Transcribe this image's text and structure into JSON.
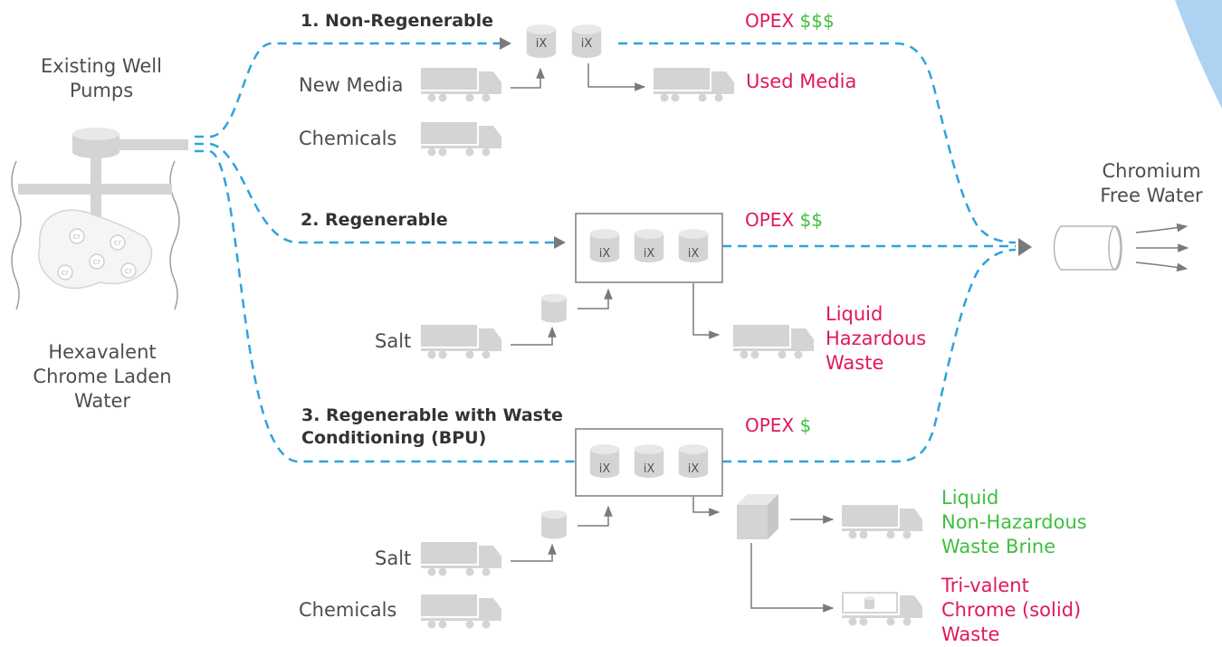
{
  "source": {
    "line1": "Existing Well",
    "line2": "Pumps"
  },
  "feed": {
    "line1": "Hexavalent",
    "line2": "Chrome Laden",
    "line3": "Water",
    "particle_label": "cr"
  },
  "output": {
    "line1": "Chromium",
    "line2": "Free Water"
  },
  "vessel_label": "iX",
  "option1": {
    "title": "1.  Non-Regenerable",
    "opex_prefix": "OPEX ",
    "opex_cost": "$$$",
    "inputs": [
      "New Media",
      "Chemicals"
    ],
    "waste": "Used Media"
  },
  "option2": {
    "title": "2. Regenerable",
    "opex_prefix": "OPEX ",
    "opex_cost": "$$",
    "input": "Salt",
    "waste": [
      "Liquid",
      "Hazardous",
      "Waste"
    ]
  },
  "option3": {
    "title_line1": "3. Regenerable with Waste",
    "title_line2": "Conditioning (BPU)",
    "opex_prefix": "OPEX ",
    "opex_cost": "$",
    "inputs": [
      "Salt",
      "Chemicals"
    ],
    "waste_brine": [
      "Liquid",
      "Non-Hazardous",
      "Waste Brine"
    ],
    "waste_solid": [
      "Tri-valent",
      "Chrome (solid)",
      "Waste"
    ]
  },
  "colors": {
    "flow_line": "#2ea3dc",
    "cost_label": "#e0195a",
    "cost_symbol": "#3fbf3f",
    "icon_gray": "#d4d4d4",
    "arrow_gray": "#7a7a7a",
    "accent_shape": "#aed2f2"
  }
}
